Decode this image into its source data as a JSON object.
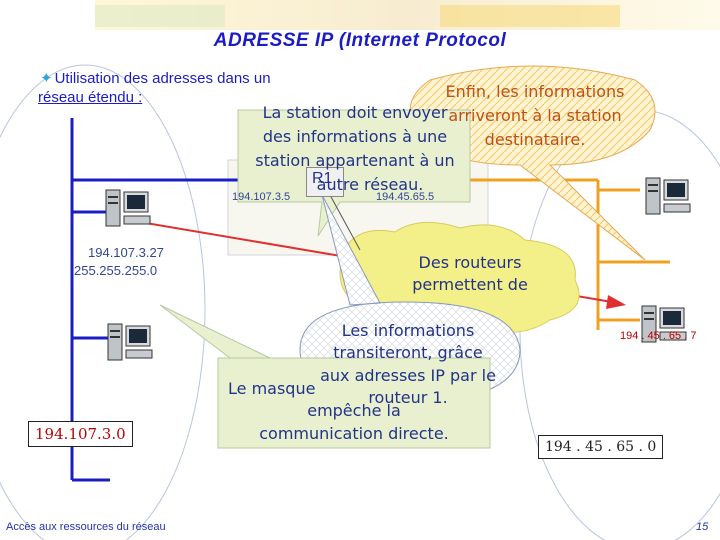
{
  "slide": {
    "title": "ADRESSE IP (Internet Protocol",
    "bullet_line1": "Utilisation des adresses dans un",
    "bullet_line2": "réseau étendu :",
    "bubble_enfin": [
      "Enfin, les informations",
      "arriveront à la station",
      "destinataire."
    ],
    "bubble_station": [
      "La station doit envoyer",
      "des informations à une",
      "station appartenant à un",
      "autre réseau."
    ],
    "bubble_routeurs": [
      "Des routeurs",
      "permettent de"
    ],
    "bubble_transit": [
      "Les informations",
      "transiteront, grâce",
      "aux adresses IP par le",
      "routeur 1."
    ],
    "bubble_masque": [
      "Le masque",
      "empêche la",
      "communication directe."
    ],
    "router_label": "R1",
    "router_ip_left": "194.107.3.5",
    "router_ip_right": "194.45.65.5",
    "host_left_ip": "194.107.3.27",
    "host_left_mask": "255.255.255.0",
    "network_left": "194.107.3.0",
    "host_right_ip": "194 . 45 . 65 . 7",
    "network_right": "194 . 45 . 65 . 0",
    "footer": "Accès aux ressources du réseau",
    "page_number": "15"
  },
  "icons": [
    "bullet-star-icon",
    "computer-icon",
    "router-icon",
    "arrow-icon"
  ],
  "colors": {
    "title": "#1c1cc4",
    "network_left_line": "#1c1cc4",
    "network_right_line": "#f0a020",
    "route_arrow": "#e03030",
    "bubble_fill": "#e8f0d0",
    "label_red": "#c00000"
  }
}
